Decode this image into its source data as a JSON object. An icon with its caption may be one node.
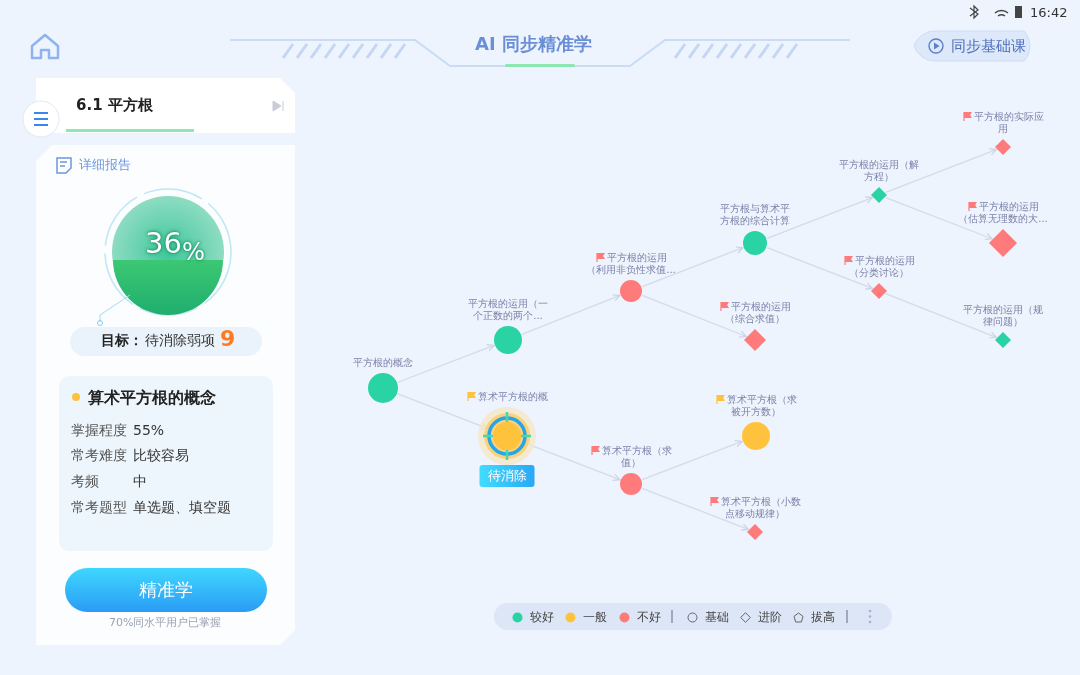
{
  "diagram": {
    "title": "AI 同步精准学",
    "nodes": [
      {
        "text": [
          "平方根的概念"
        ]
      },
      {
        "text": [
          "平方根的运用（一个正数的两个..."
        ]
      },
      {
        "text": [
          "算术平方根的概"
        ],
        "beside": [
          "待消除"
        ]
      },
      {
        "text": [
          "平方根的运用（利用非负性求值..."
        ]
      },
      {
        "text": [
          "算术平方根（求值）"
        ]
      },
      {
        "text": [
          "平方根与算术平方根的综合计算"
        ]
      },
      {
        "text": [
          "平方根的运用（综合求值）"
        ]
      },
      {
        "text": [
          "算术平方根（求被开方数）"
        ]
      },
      {
        "text": [
          "算术平方根（小数点移动规律）"
        ]
      },
      {
        "text": [
          "平方根的运用（解方程）"
        ]
      },
      {
        "text": [
          "平方根的运用（分类讨论）"
        ]
      },
      {
        "text": [
          "平方根的实际应用"
        ]
      },
      {
        "text": [
          "平方根的运用（估算无理数的大..."
        ]
      },
      {
        "text": [
          "平方根的运用（规律问题）"
        ]
      }
    ],
    "edges": [
      {
        "from": 0,
        "to": 1,
        "arrow": "to"
      },
      {
        "from": 0,
        "to": 2,
        "arrow": "to"
      },
      {
        "from": 1,
        "to": 3,
        "arrow": "to"
      },
      {
        "from": 2,
        "to": 4,
        "arrow": "to"
      },
      {
        "from": 3,
        "to": 5,
        "arrow": "to"
      },
      {
        "from": 3,
        "to": 6,
        "arrow": "to"
      },
      {
        "from": 4,
        "to": 7,
        "arrow": "to"
      },
      {
        "from": 4,
        "to": 8,
        "arrow": "to"
      },
      {
        "from": 5,
        "to": 9,
        "arrow": "to"
      },
      {
        "from": 5,
        "to": 10,
        "arrow": "to"
      },
      {
        "from": 9,
        "to": 11,
        "arrow": "to"
      },
      {
        "from": 9,
        "to": 12,
        "arrow": "to"
      },
      {
        "from": 10,
        "to": 13,
        "arrow": "to"
      }
    ],
    "labels": [
      "16:42",
      "同步基础课",
      "6.1 平方根",
      "详细报告",
      "36$_{%}$",
      "目标：",
      "待消除弱项",
      "9",
      "算术平方根的概念",
      "掌握程度",
      "55%",
      "常考难度",
      "比较容易",
      "考频",
      "中",
      "常考题型",
      "单选题、填空题",
      "精准学",
      "70%同水平用户已掌握"
    ],
    "legend": [
      {
        "text": "较好",
        "color": "#2ad3a3"
      },
      {
        "text": "一般",
        "color": "#ffc23d"
      },
      {
        "text": "不好",
        "color": "#ff7b7b"
      },
      {
        "text": "基础"
      },
      {
        "text": "进阶"
      },
      {
        "text": "拔高"
      }
    ]
  }
}
